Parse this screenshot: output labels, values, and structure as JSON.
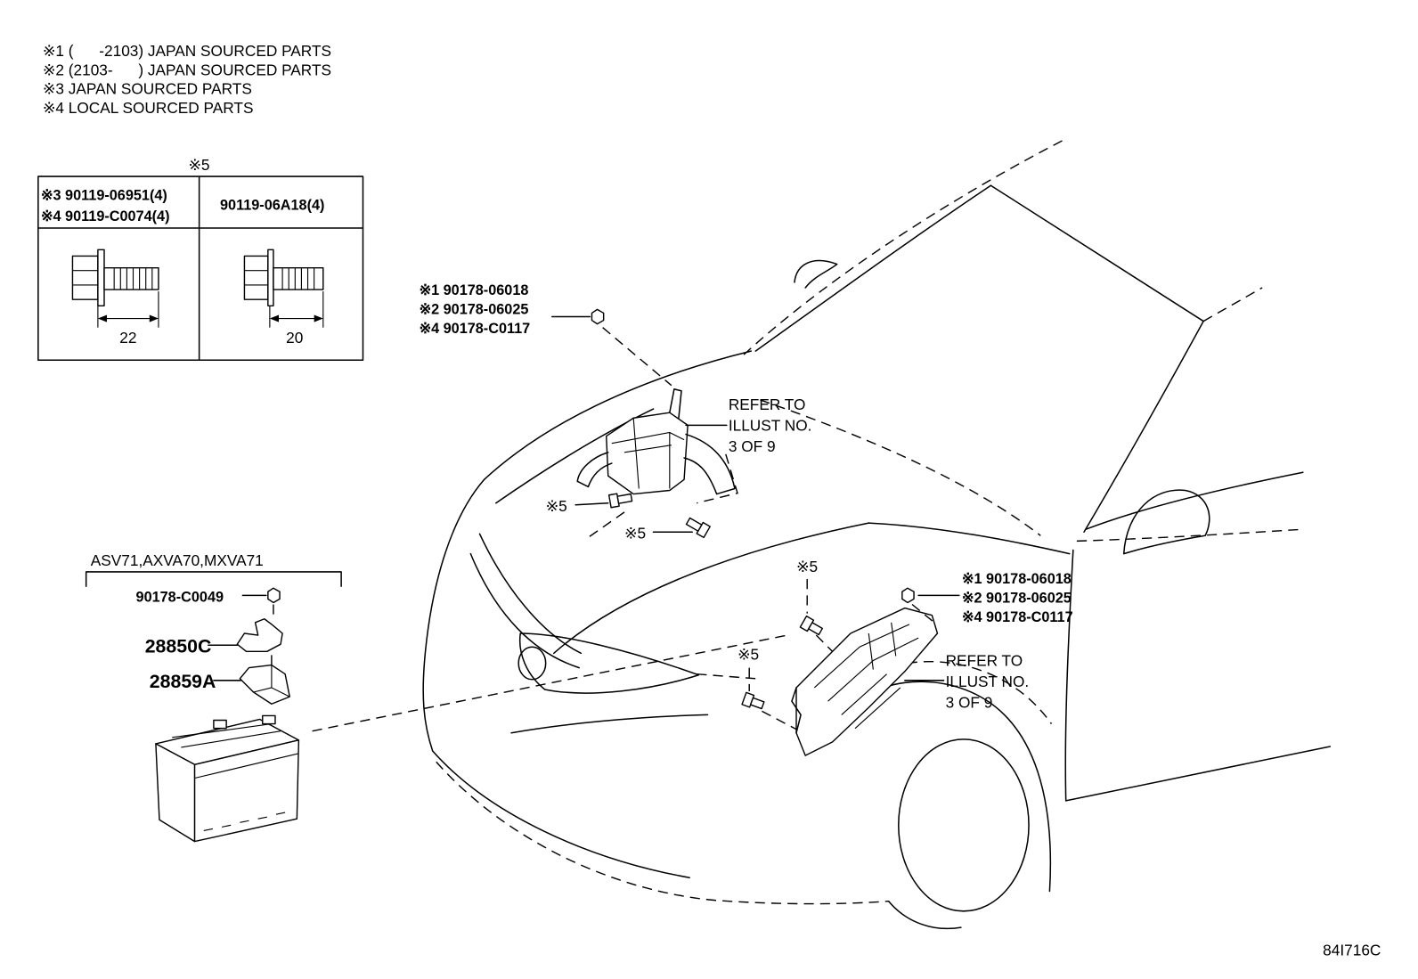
{
  "legend": {
    "line1": "※1 (      -2103) JAPAN SOURCED PARTS",
    "line2": "※2 (2103-      ) JAPAN SOURCED PARTS",
    "line3": "※3 JAPAN SOURCED PARTS",
    "line4": "※4 LOCAL SOURCED PARTS"
  },
  "bolt_table": {
    "mark": "※5",
    "col1": {
      "line1": "※3 90119-06951(4)",
      "line2": "※4 90119-C0074(4)",
      "length": "22"
    },
    "col2": {
      "part": "90119-06A18(4)",
      "length": "20"
    }
  },
  "callouts": {
    "upper_nut": {
      "line1": "※1 90178-06018",
      "line2": "※2 90178-06025",
      "line3": "※4 90178-C0117"
    },
    "upper_refer": {
      "line1": "REFER TO",
      "line2": "ILLUST NO.",
      "line3": "3 OF 9"
    },
    "upper_bolt_a": "※5",
    "upper_bolt_b": "※5",
    "lower_bolt_a": "※5",
    "lower_bolt_b": "※5",
    "lower_nut": {
      "line1": "※1 90178-06018",
      "line2": "※2 90178-06025",
      "line3": "※4 90178-C0117"
    },
    "lower_refer": {
      "line1": "REFER TO",
      "line2": "ILLUST NO.",
      "line3": "3 OF 9"
    }
  },
  "battery_group": {
    "models": "ASV71,AXVA70,MXVA71",
    "nut": "90178-C0049",
    "clamp": "28850C",
    "tray": "28859A"
  },
  "diagram_id": "84I716C"
}
